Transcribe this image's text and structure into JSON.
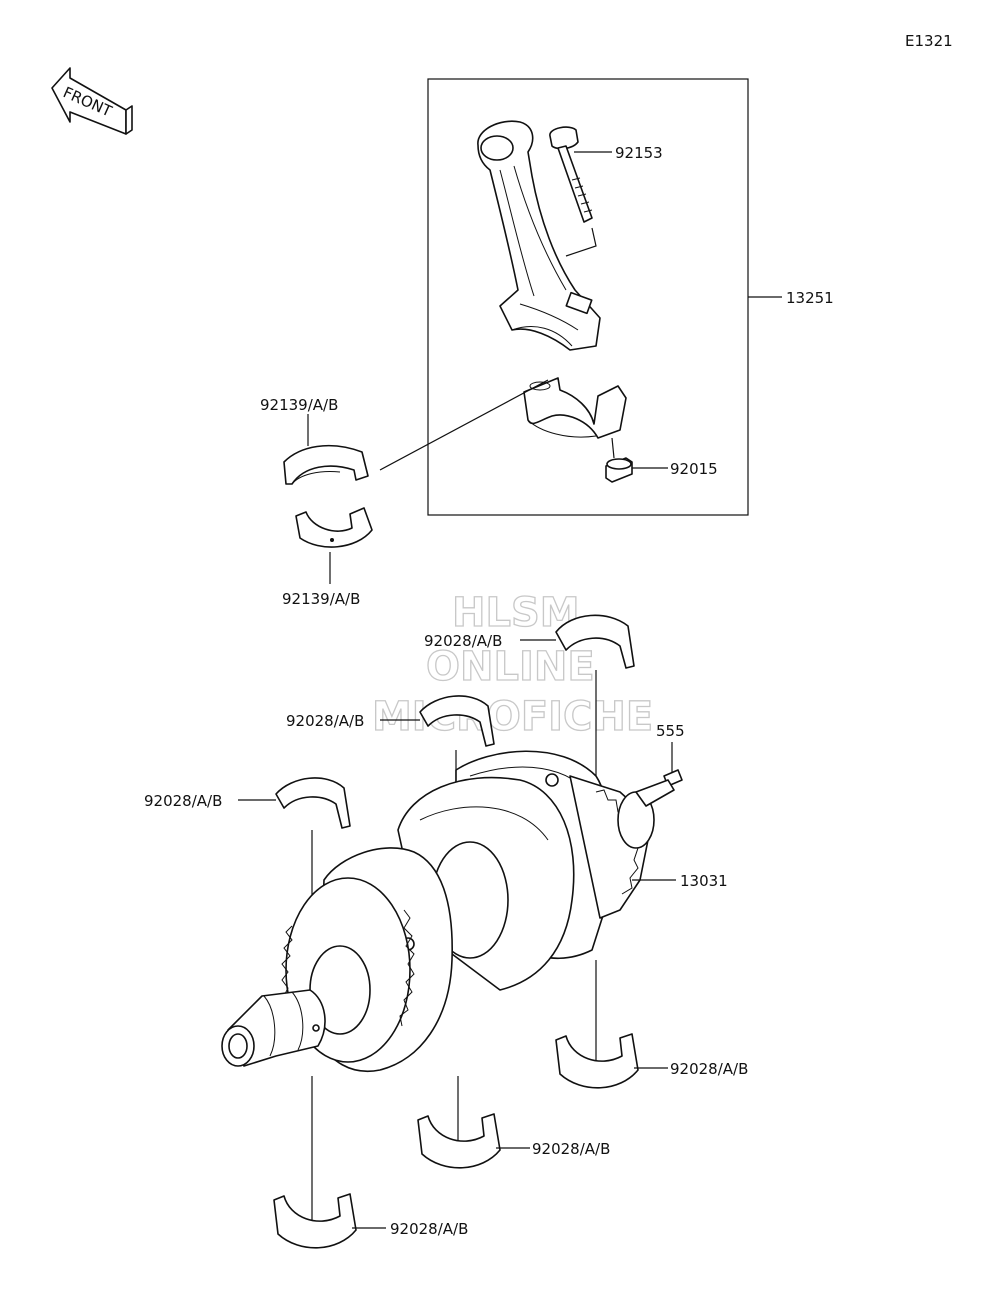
{
  "diagram_code": "E1321",
  "front_label": "FRONT",
  "watermark": [
    "HLSM",
    "ONLINE",
    "MICROFICHE"
  ],
  "labels": {
    "bolt": "92153",
    "conrod_assy": "13251",
    "nut": "92015",
    "conrod_bearing_upper": "92139/A/B",
    "conrod_bearing_lower": "92139/A/B",
    "pin": "555",
    "crankshaft": "13031",
    "main_bearing_top_right": "92028/A/B",
    "main_bearing_top_middle": "92028/A/B",
    "main_bearing_top_left": "92028/A/B",
    "main_bearing_bottom_right": "92028/A/B",
    "main_bearing_bottom_middle": "92028/A/B",
    "main_bearing_bottom_left": "92028/A/B"
  }
}
